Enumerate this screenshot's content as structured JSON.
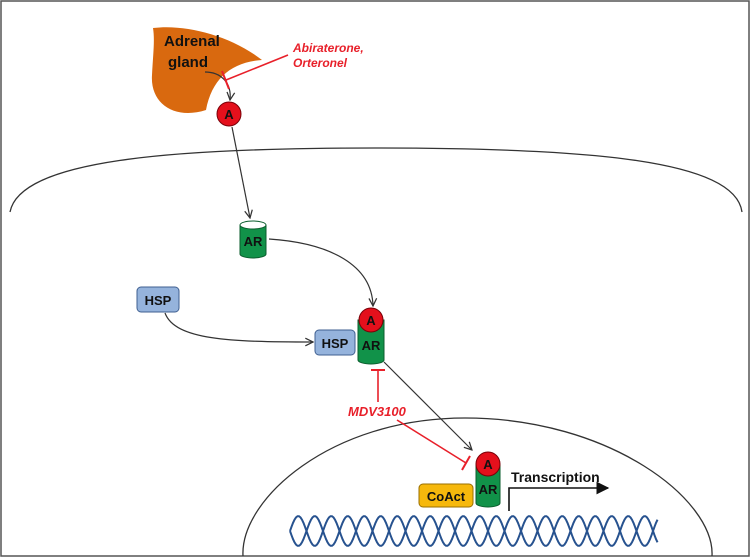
{
  "colors": {
    "adrenal": "#d9690f",
    "androgen": "#e4101c",
    "receptor": "#119249",
    "hsp": "#95b3dc",
    "coactivator": "#f6b80c",
    "inhibitor": "#e8202a",
    "dna": "#27528f",
    "line": "#333333"
  },
  "labels": {
    "adrenal_line1": "Adrenal",
    "adrenal_line2": "gland",
    "androgen": "A",
    "receptor": "AR",
    "hsp": "HSP",
    "coactivator": "CoAct",
    "transcription": "Transcription"
  },
  "drugs": {
    "abiraterone": "Abiraterone,",
    "orteronel": "Orteronel",
    "mdv3100": "MDV3100"
  }
}
